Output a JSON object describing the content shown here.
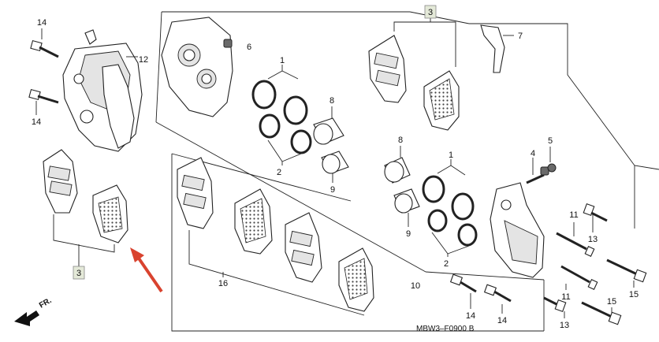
{
  "diagram_code": "MBW3–F0900 B",
  "front_label": "FR.",
  "accent_color": "#d9432f",
  "boxed_color": "#e4e9d8",
  "callouts": [
    {
      "id": "c1a",
      "text": "1"
    },
    {
      "id": "c1b",
      "text": "1"
    },
    {
      "id": "c2a",
      "text": "2"
    },
    {
      "id": "c2b",
      "text": "2"
    },
    {
      "id": "c3a",
      "text": "3"
    },
    {
      "id": "c3b",
      "text": "3"
    },
    {
      "id": "c4",
      "text": "4"
    },
    {
      "id": "c5",
      "text": "5"
    },
    {
      "id": "c6",
      "text": "6"
    },
    {
      "id": "c7",
      "text": "7"
    },
    {
      "id": "c8a",
      "text": "8"
    },
    {
      "id": "c8b",
      "text": "8"
    },
    {
      "id": "c9a",
      "text": "9"
    },
    {
      "id": "c9b",
      "text": "9"
    },
    {
      "id": "c10",
      "text": "10"
    },
    {
      "id": "c11a",
      "text": "11"
    },
    {
      "id": "c11b",
      "text": "11"
    },
    {
      "id": "c12",
      "text": "12"
    },
    {
      "id": "c13a",
      "text": "13"
    },
    {
      "id": "c13b",
      "text": "13"
    },
    {
      "id": "c14a",
      "text": "14"
    },
    {
      "id": "c14b",
      "text": "14"
    },
    {
      "id": "c14c",
      "text": "14"
    },
    {
      "id": "c14d",
      "text": "14"
    },
    {
      "id": "c15a",
      "text": "15"
    },
    {
      "id": "c15b",
      "text": "15"
    },
    {
      "id": "c16",
      "text": "16"
    }
  ]
}
